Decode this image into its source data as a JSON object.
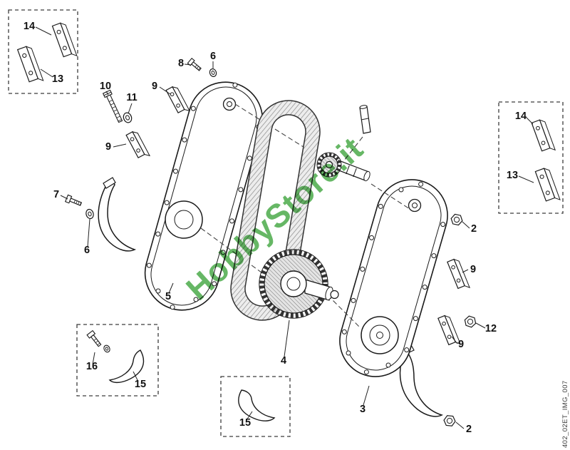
{
  "figure": {
    "watermark": "HobbyStore.it",
    "watermark_color": "#3BA339",
    "image_code": "402_02ET_IMG_007"
  },
  "callouts": [
    {
      "label": "14"
    },
    {
      "label": "13"
    },
    {
      "label": "8"
    },
    {
      "label": "6"
    },
    {
      "label": "10"
    },
    {
      "label": "11"
    },
    {
      "label": "9"
    },
    {
      "label": "9"
    },
    {
      "label": "7"
    },
    {
      "label": "6"
    },
    {
      "label": "5"
    },
    {
      "label": "4"
    },
    {
      "label": "3"
    },
    {
      "label": "2"
    },
    {
      "label": "9"
    },
    {
      "label": "12"
    },
    {
      "label": "9"
    },
    {
      "label": "2"
    },
    {
      "label": "14"
    },
    {
      "label": "13"
    },
    {
      "label": "16"
    },
    {
      "label": "15"
    },
    {
      "label": "15"
    }
  ]
}
